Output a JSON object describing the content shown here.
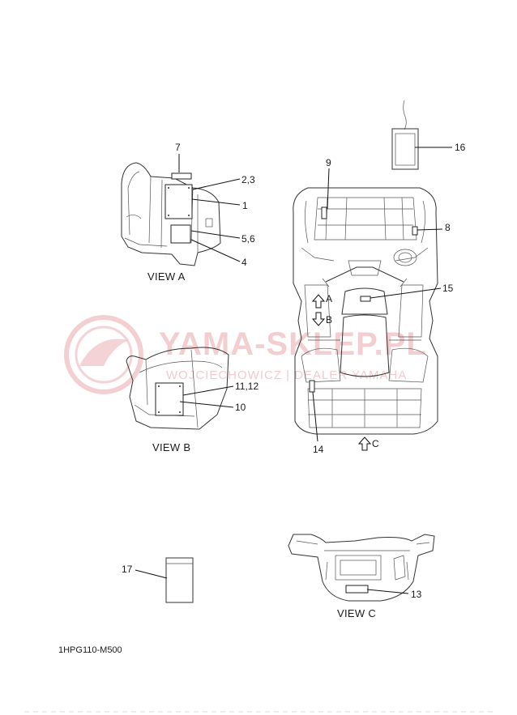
{
  "watermark": {
    "main": "YAMA-SKLEP.PL",
    "sub": "WOJCIECHOWICZ | DEALER YAMAHA"
  },
  "views": {
    "a": "VIEW A",
    "b": "VIEW B",
    "c": "VIEW C"
  },
  "arrows": {
    "a": "A",
    "b": "B",
    "c": "C"
  },
  "callouts": {
    "c1": "1",
    "c2_3": "2,3",
    "c4": "4",
    "c5_6": "5,6",
    "c7": "7",
    "c8": "8",
    "c9": "9",
    "c10": "10",
    "c11_12": "11,12",
    "c13": "13",
    "c14": "14",
    "c15": "15",
    "c16": "16",
    "c17": "17"
  },
  "reference_code": "1HPG110-M500",
  "colors": {
    "line": "#333333",
    "watermark": "#e9a7ad"
  }
}
